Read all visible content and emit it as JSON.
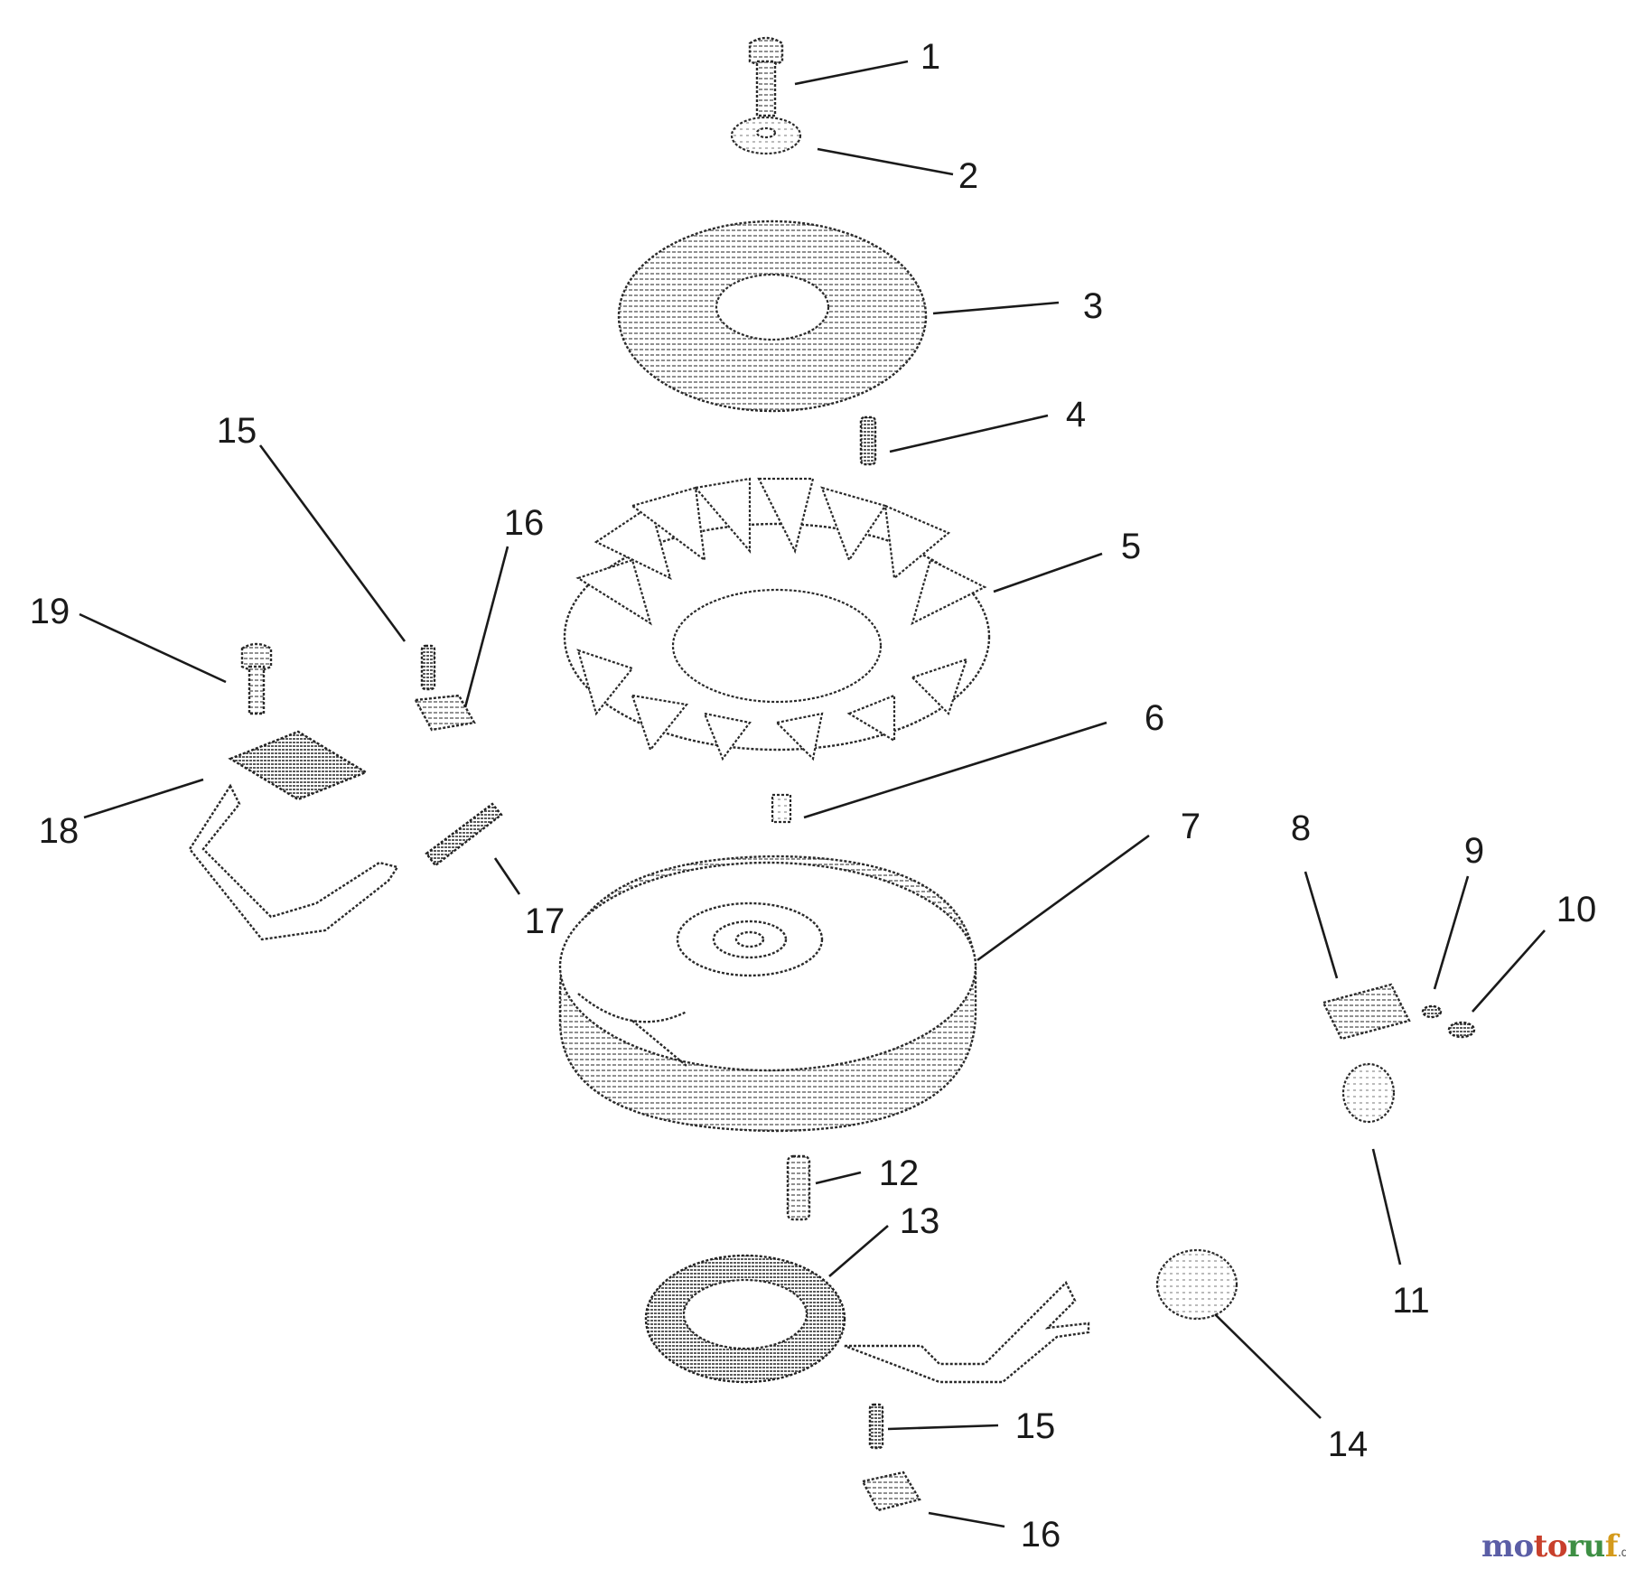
{
  "callouts": [
    {
      "id": "c1",
      "text": "1"
    },
    {
      "id": "c2",
      "text": "2"
    },
    {
      "id": "c3",
      "text": "3"
    },
    {
      "id": "c4",
      "text": "4"
    },
    {
      "id": "c5",
      "text": "5"
    },
    {
      "id": "c6",
      "text": "6"
    },
    {
      "id": "c7",
      "text": "7"
    },
    {
      "id": "c8",
      "text": "8"
    },
    {
      "id": "c9",
      "text": "9"
    },
    {
      "id": "c10",
      "text": "10"
    },
    {
      "id": "c11",
      "text": "11"
    },
    {
      "id": "c12",
      "text": "12"
    },
    {
      "id": "c13",
      "text": "13"
    },
    {
      "id": "c14",
      "text": "14"
    },
    {
      "id": "c15a",
      "text": "15"
    },
    {
      "id": "c15b",
      "text": "15"
    },
    {
      "id": "c16a",
      "text": "16"
    },
    {
      "id": "c16b",
      "text": "16"
    },
    {
      "id": "c17",
      "text": "17"
    },
    {
      "id": "c18",
      "text": "18"
    },
    {
      "id": "c19",
      "text": "19"
    }
  ],
  "watermark": {
    "part1": "mo",
    "part2": "to",
    "part3": "ru",
    "part4": "f",
    "suffix": ".de"
  }
}
